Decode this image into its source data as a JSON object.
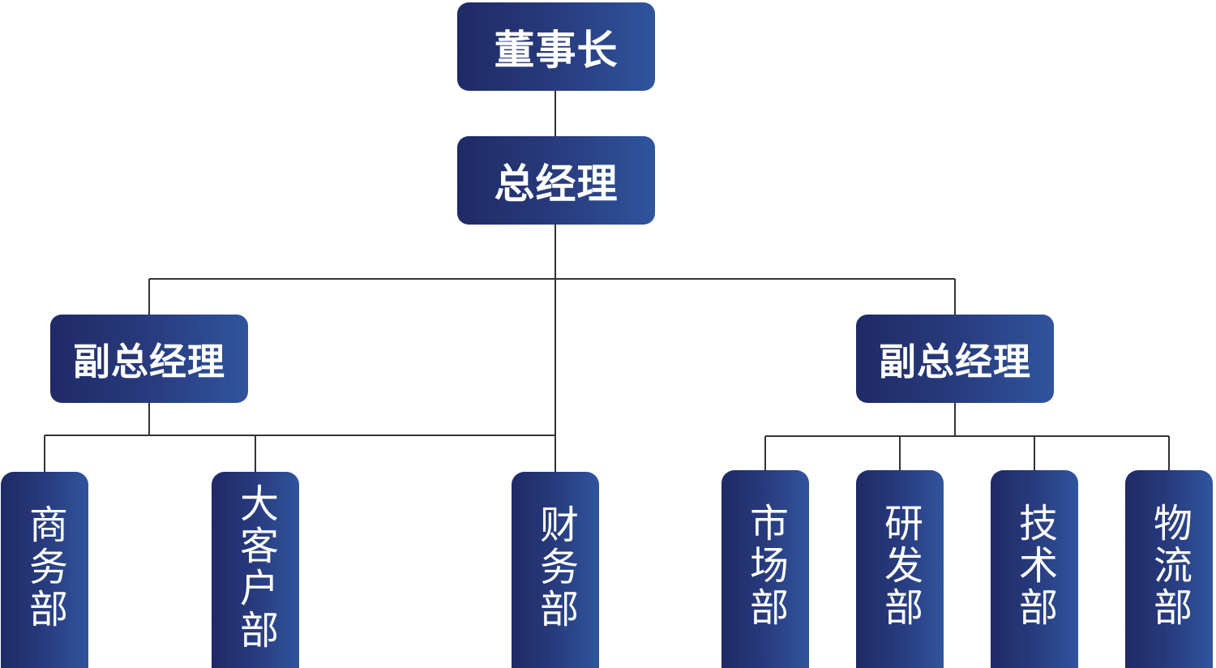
{
  "nodes": {
    "chairman": "董事长",
    "general_manager": "总经理",
    "vp_left": "副总经理",
    "vp_right": "副总经理",
    "business": "商务部",
    "key_accounts": "大客户部",
    "finance": "财务部",
    "marketing": "市场部",
    "rnd": "研发部",
    "technology": "技术部",
    "logistics": "物流部"
  },
  "colors": {
    "box_dark": "#1f2a66",
    "box_light": "#30549d",
    "line": "#333333",
    "text": "#ffffff"
  }
}
